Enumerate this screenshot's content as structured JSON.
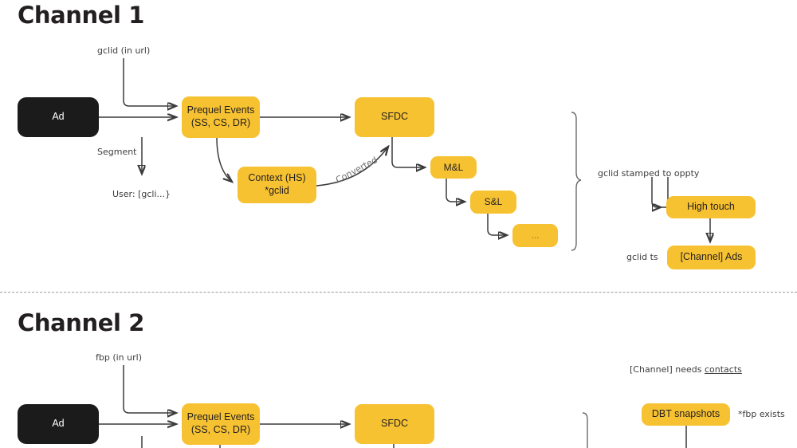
{
  "page": {
    "background": "#ffffff",
    "accent_yellow": "#F7C232",
    "dark_node": "#1b1b1b",
    "line_color": "#3b3b3b"
  },
  "sections": [
    {
      "id": "channel-1",
      "title": "Channel 1",
      "nodes": [
        {
          "name": "ad",
          "label": "Ad",
          "style": "dark"
        },
        {
          "name": "prequel-events",
          "label": "Prequel Events\n(SS, CS, DR)",
          "style": "yellow"
        },
        {
          "name": "context-hs",
          "label": "Context (HS)\n*gclid",
          "style": "yellow"
        },
        {
          "name": "sfdc",
          "label": "SFDC",
          "style": "yellow"
        },
        {
          "name": "mql",
          "label": "M&L",
          "style": "yellow"
        },
        {
          "name": "sql",
          "label": "S&L",
          "style": "yellow"
        },
        {
          "name": "ellipsis",
          "label": "...",
          "style": "yellow"
        },
        {
          "name": "high-touch",
          "label": "High touch",
          "style": "yellow"
        },
        {
          "name": "channel-ads",
          "label": "[Channel] Ads",
          "style": "yellow"
        }
      ],
      "labels": [
        {
          "name": "gclid-in-url-label",
          "text": "gclid (in url)"
        },
        {
          "name": "segment-label",
          "text": "Segment"
        },
        {
          "name": "user-gclid-label",
          "text": "User: [gcli...}"
        },
        {
          "name": "converted-label",
          "text": "Converted"
        },
        {
          "name": "gclid-stamped-label",
          "text": "gclid stamped to oppty"
        },
        {
          "name": "gclid-ts-label",
          "text": "gclid ts"
        }
      ]
    },
    {
      "id": "channel-2",
      "title": "Channel 2",
      "nodes": [
        {
          "name": "ad",
          "label": "Ad",
          "style": "dark"
        },
        {
          "name": "prequel-events",
          "label": "Prequel Events\n(SS, CS, DR)",
          "style": "yellow"
        },
        {
          "name": "sfdc",
          "label": "SFDC",
          "style": "yellow"
        },
        {
          "name": "dbt-snapshots",
          "label": "DBT snapshots",
          "style": "yellow"
        }
      ],
      "labels": [
        {
          "name": "fbp-in-url-label",
          "text": "fbp (in url)"
        },
        {
          "name": "channel-needs-label",
          "text": "[Channel] needs "
        },
        {
          "name": "contacts-link",
          "text": "contacts"
        },
        {
          "name": "fbp-exists-label",
          "text": "*fbp exists"
        }
      ]
    }
  ]
}
